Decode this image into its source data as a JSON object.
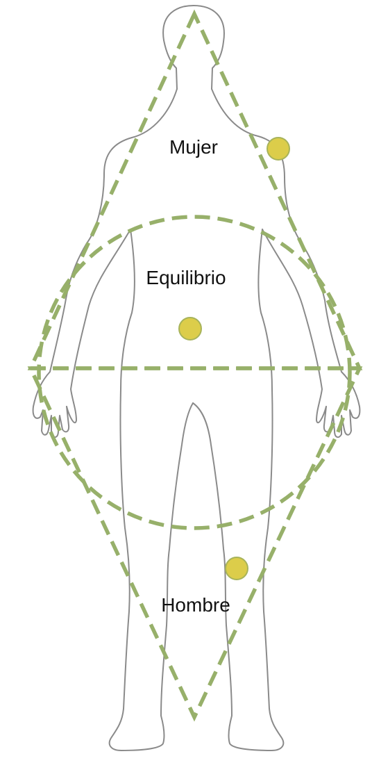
{
  "labels": {
    "top": "Mujer",
    "middle": "Equilibrio",
    "bottom": "Hombre"
  },
  "colors": {
    "outline": "#8a8a8a",
    "guide": "#97b06a",
    "dot_fill": "#dccd4a",
    "dot_stroke": "#a7b35a"
  }
}
